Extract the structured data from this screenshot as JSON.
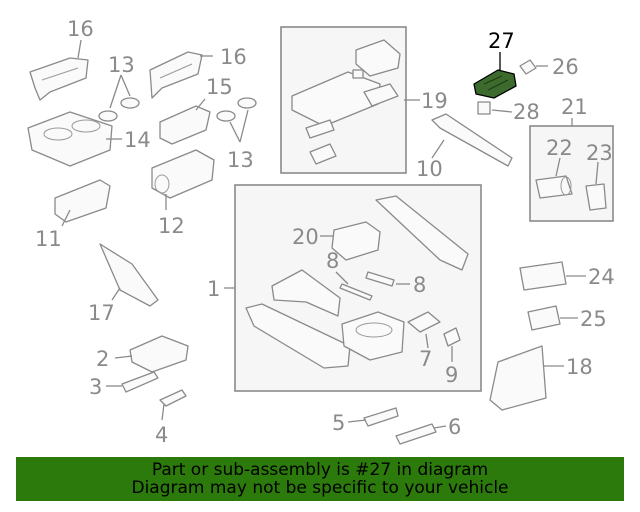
{
  "callouts": {
    "c1": "1",
    "c2": "2",
    "c3": "3",
    "c4": "4",
    "c5": "5",
    "c6": "6",
    "c7": "7",
    "c8a": "8",
    "c8b": "8",
    "c9": "9",
    "c10": "10",
    "c11": "11",
    "c12": "12",
    "c13a": "13",
    "c13b": "13",
    "c14": "14",
    "c15": "15",
    "c16a": "16",
    "c16b": "16",
    "c17": "17",
    "c18": "18",
    "c19": "19",
    "c20": "20",
    "c21": "21",
    "c22": "22",
    "c23": "23",
    "c24": "24",
    "c25": "25",
    "c26": "26",
    "c27": "27",
    "c28": "28"
  },
  "highlight": {
    "part": "27",
    "color": "#3d6b2e"
  },
  "banner": {
    "line1": "Part or sub-assembly is #27 in diagram",
    "line2": "Diagram may not be specific to your vehicle",
    "bg_color": "#2b7a0b"
  }
}
